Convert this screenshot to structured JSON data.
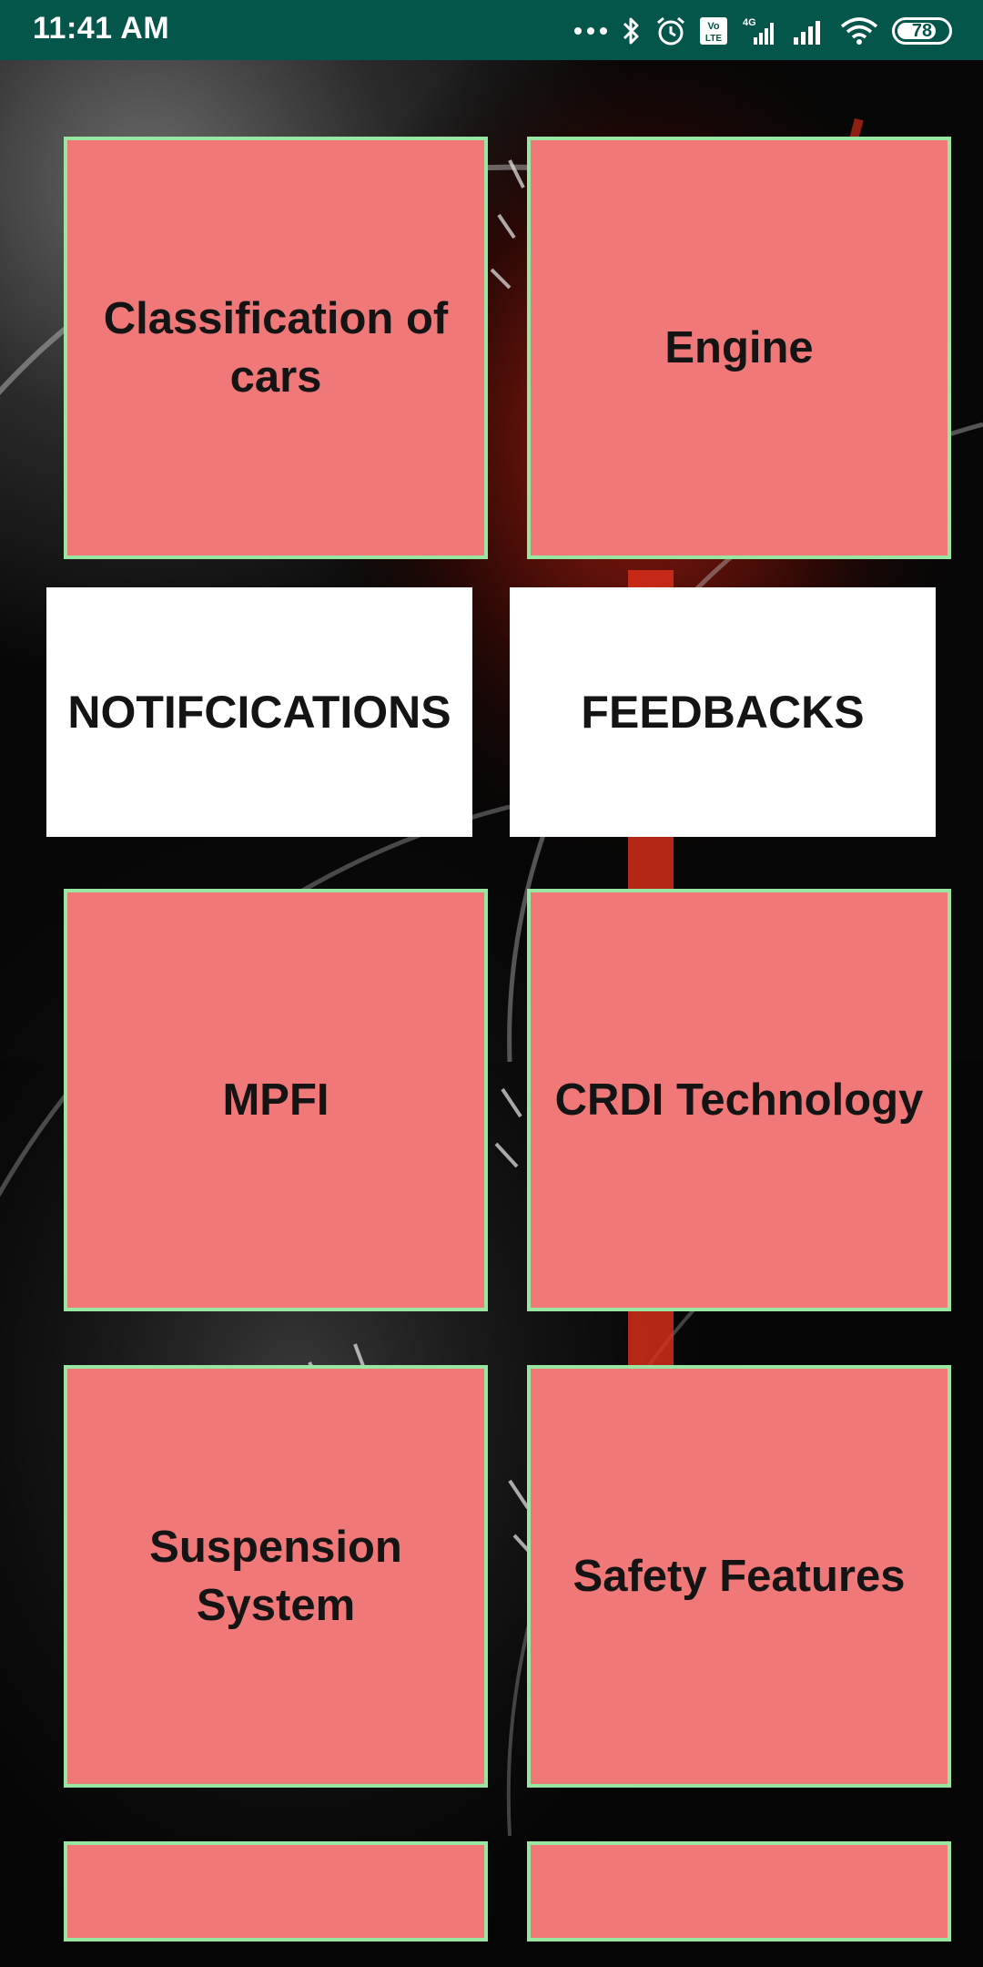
{
  "status_bar": {
    "time": "11:41 AM",
    "battery": "78",
    "battery_level": 0.78,
    "icons": [
      "more-dots-icon",
      "bluetooth-icon",
      "alarm-icon",
      "volte-icon",
      "signal-4g-icon",
      "signal-icon",
      "wifi-icon",
      "battery-icon"
    ],
    "background_color": "#04564a"
  },
  "tiles": [
    {
      "label": "Classification of cars"
    },
    {
      "label": "Engine"
    },
    {
      "label": "MPFI"
    },
    {
      "label": "CRDI Technology"
    },
    {
      "label": "Suspension System"
    },
    {
      "label": "Safety Features"
    }
  ],
  "buttons": {
    "notifications": "NOTIFCICATIONS",
    "feedbacks": "FEEDBACKS"
  },
  "colors": {
    "tile_fill": "#f07878",
    "tile_border": "#98e6a2",
    "button_fill": "#ffffff",
    "text": "#141414"
  }
}
